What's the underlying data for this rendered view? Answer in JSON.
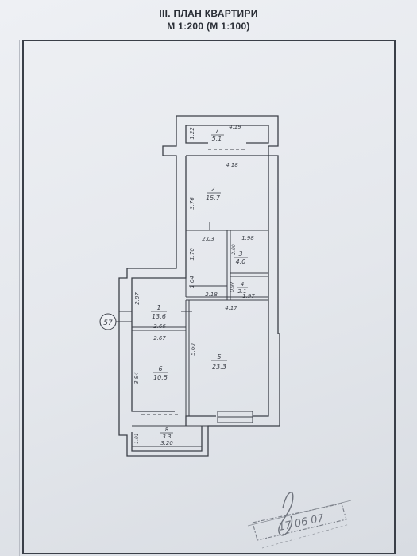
{
  "header": {
    "title": "III. ПЛАН КВАРТИРИ",
    "scale": "М 1:200 (М 1:100)"
  },
  "plan": {
    "rooms": [
      {
        "id": "1",
        "area": "13.6"
      },
      {
        "id": "2",
        "area": "15.7"
      },
      {
        "id": "3",
        "area": "4.0"
      },
      {
        "id": "4",
        "area": "2.1"
      },
      {
        "id": "5",
        "area": "23.3"
      },
      {
        "id": "6",
        "area": "10.5"
      },
      {
        "id": "7",
        "area": "5.1"
      },
      {
        "id": "8",
        "area": "3.3"
      }
    ],
    "dimensions": {
      "d_419": "4.19",
      "d_122": "1.22",
      "d_418": "4.18",
      "d_376": "3.76",
      "d_203": "2.03",
      "d_198": "1.98",
      "d_170": "1.70",
      "d_200": "2.00",
      "d_104": "1.04",
      "d_097": "0.97",
      "d_218": "2.18",
      "d_197": "1.97",
      "d_417": "4.17",
      "d_287": "2.87",
      "d_266": "2.66",
      "d_267": "2.67",
      "d_560": "5.60",
      "d_394": "3.94",
      "d_101": "1.01",
      "d_320": "3.20"
    },
    "entrance_marker": "57"
  },
  "stamp": {
    "date": "17 06 07"
  },
  "colors": {
    "ink": "#3b3f47",
    "paper": "#e8ebef",
    "wall": "#f3f4f6"
  }
}
